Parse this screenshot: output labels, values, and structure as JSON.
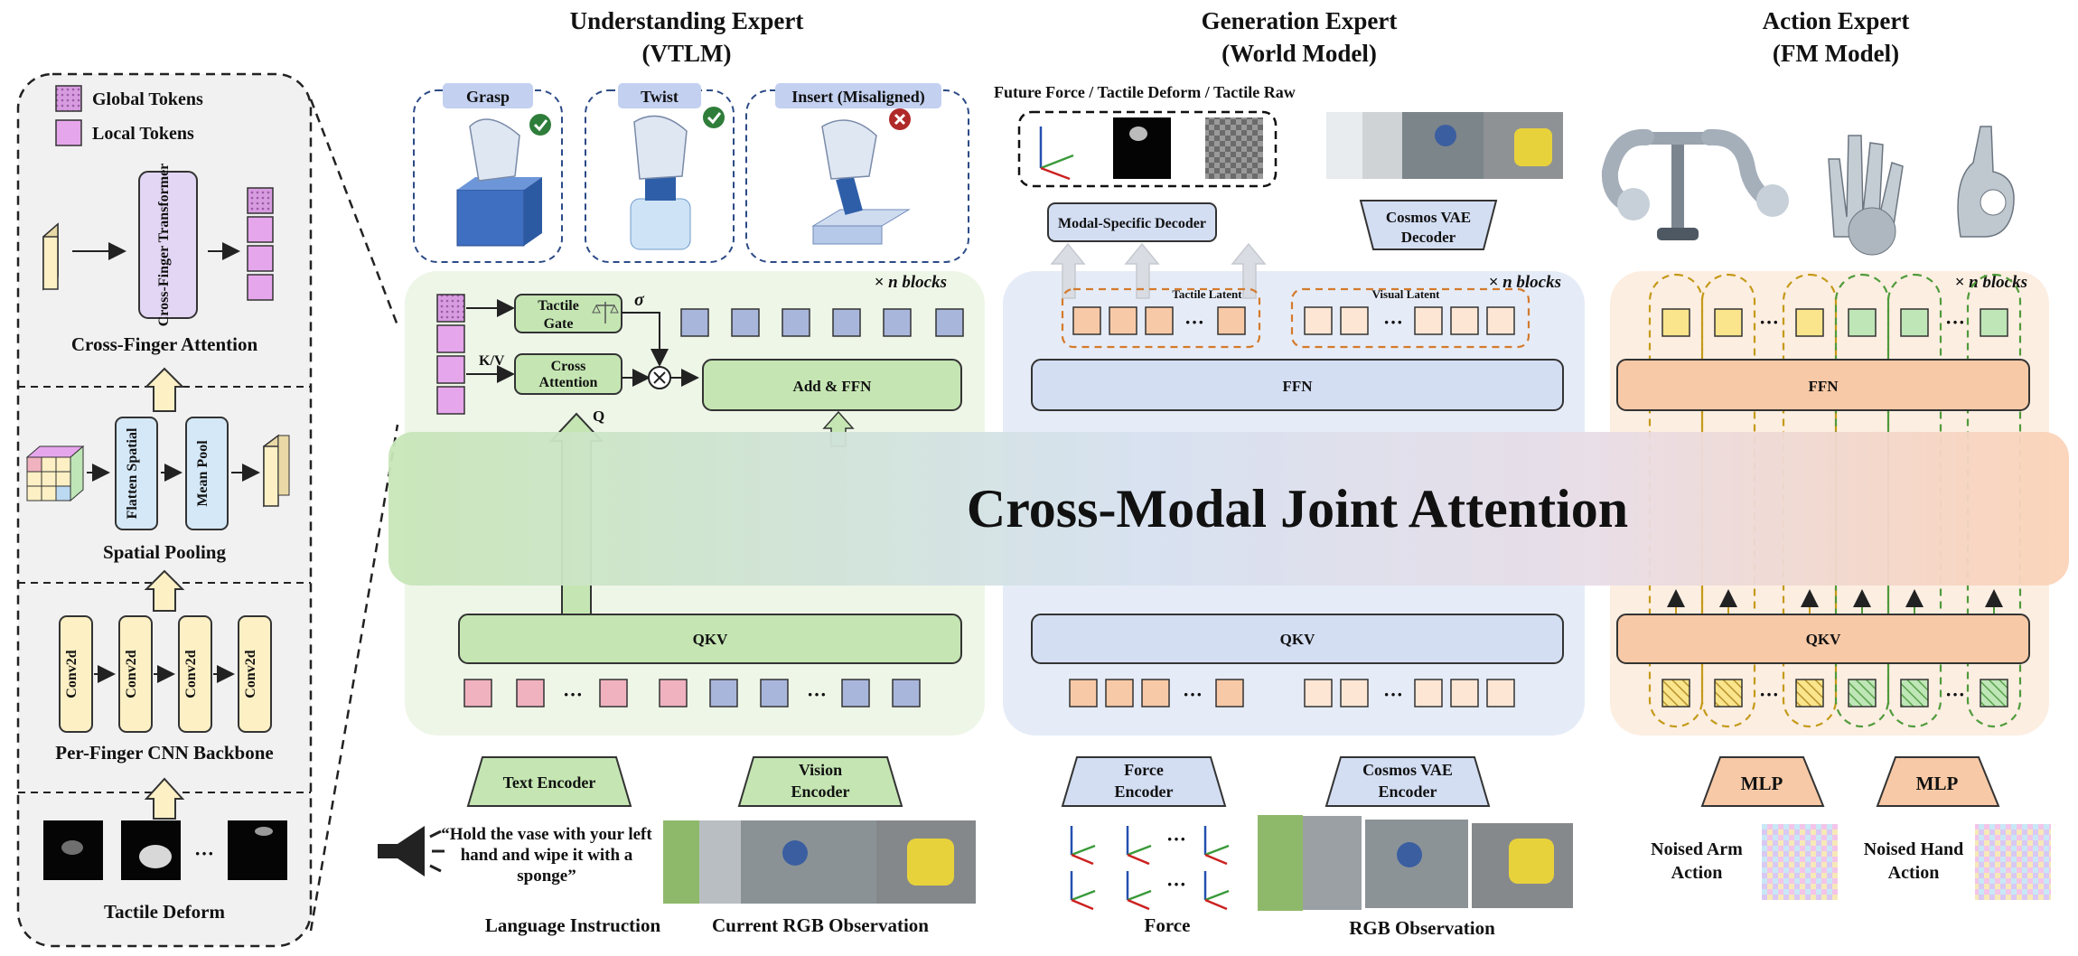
{
  "left_panel": {
    "legend_global": "Global Tokens",
    "legend_local": "Local Tokens",
    "transformer_label": "Cross-Finger Transformer",
    "cross_finger_title": "Cross-Finger Attention",
    "flatten_label": "Flatten Spatial",
    "meanpool_label": "Mean Pool",
    "spatial_pooling_title": "Spatial Pooling",
    "conv_labels": [
      "Conv2d",
      "Conv2d",
      "Conv2d",
      "Conv2d"
    ],
    "cnn_title": "Per-Finger CNN Backbone",
    "ellipsis": "···",
    "tactile_title": "Tactile Deform"
  },
  "understanding": {
    "title_line1": "Understanding Expert",
    "title_line2": "(VTLM)",
    "cards": [
      {
        "label": "Grasp",
        "status": "check"
      },
      {
        "label": "Twist",
        "status": "check"
      },
      {
        "label": "Insert (Misaligned)",
        "status": "cross"
      }
    ],
    "n_blocks": "× n blocks",
    "tactile_gate": "Tactile Gate",
    "sigma": "σ",
    "kv": "K/V",
    "cross_attention": "Cross Attention",
    "q": "Q",
    "add_ffn": "Add & FFN",
    "qkv": "QKV",
    "ellipsis": "···",
    "text_encoder": "Text Encoder",
    "vision_encoder": "Vision Encoder",
    "quote": "“Hold the vase with your left hand and wipe it with a sponge”",
    "language_instruction": "Language Instruction",
    "current_rgb": "Current RGB Observation"
  },
  "generation": {
    "title_line1": "Generation Expert",
    "title_line2": "(World Model)",
    "future_label": "Future Force / Tactile Deform / Tactile Raw",
    "modal_decoder": "Modal-Specific Decoder",
    "cosmos_decoder": "Cosmos VAE Decoder",
    "n_blocks": "× n blocks",
    "tactile_latent": "Tactile Latent",
    "visual_latent": "Visual Latent",
    "ffn": "FFN",
    "qkv": "QKV",
    "ellipsis": "···",
    "force_encoder": "Force Encoder",
    "cosmos_encoder": "Cosmos VAE Encoder",
    "force_label": "Force",
    "rgb_label": "RGB Observation"
  },
  "action": {
    "title_line1": "Action Expert",
    "title_line2": "(FM Model)",
    "n_blocks": "× n blocks",
    "ffn": "FFN",
    "qkv": "QKV",
    "ellipsis": "···",
    "mlp1": "MLP",
    "mlp2": "MLP",
    "noised_arm": "Noised Arm Action",
    "noised_hand": "Noised Hand Action"
  },
  "joint_attention": "Cross-Modal Joint Attention",
  "colors": {
    "green_box": "#c5e6b3",
    "green_panel": "#eef6e8",
    "blue_panel": "#e6ecf7",
    "blue_box": "#d3def3",
    "orange_panel": "#fdeee2",
    "orange_box": "#f8c9a6",
    "purple": "#e6a6ec",
    "cream": "#fcf0c4",
    "pink": "#f0b2bf",
    "lavender": "#a9b6dc",
    "yellow": "#fae48c",
    "mint": "#bfe6b7"
  }
}
